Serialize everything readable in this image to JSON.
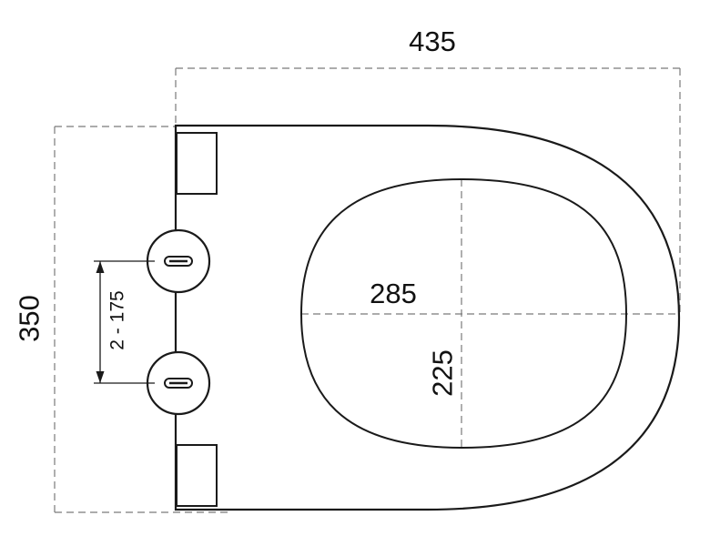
{
  "diagram": {
    "type": "technical-drawing",
    "subject": "toilet-seat-top-view",
    "line_color": "#1a1a1a",
    "background": "#ffffff",
    "labels": {
      "overall_width": "435",
      "overall_height": "350",
      "opening_width": "285",
      "opening_depth": "225",
      "hinge_hole_spacing": "2 - 175"
    }
  }
}
